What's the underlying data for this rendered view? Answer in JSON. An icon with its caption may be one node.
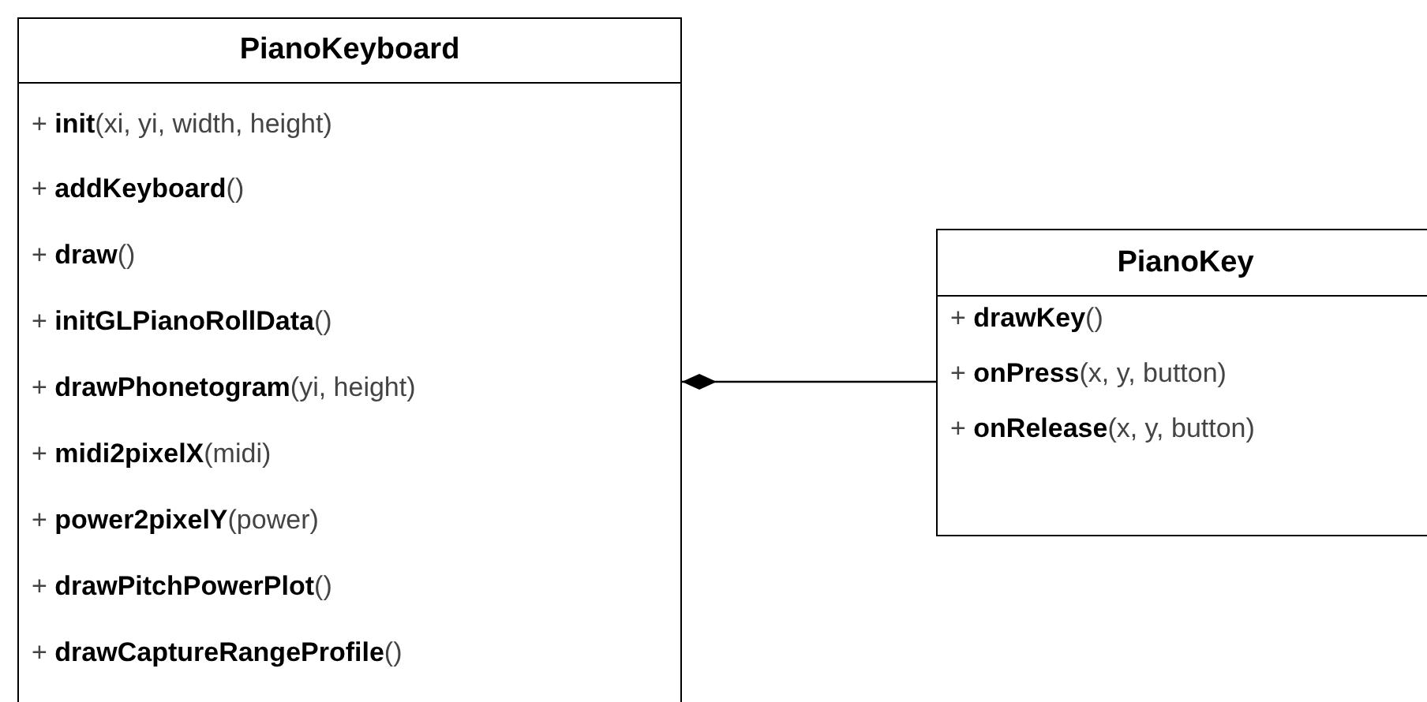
{
  "diagram": {
    "nodes": [
      {
        "text": [
          "PianoKeyboard",
          "+ **init**(xi, yi, width, height)",
          "+ **addKeyboard**()",
          "+ **draw**()",
          "+ **initGLPianoRollData**()",
          "+ **drawPhonetogram**(yi, height)",
          "+ **midi2pixelX**(midi)",
          "+ **power2pixelY**(power)",
          "+ **drawPitchPowerPlot**()",
          "+ **drawCaptureRangeProfile**()"
        ]
      },
      {
        "text": [
          "PianoKey",
          "+ **drawKey**()",
          "+ **onPress**(x, y, button)",
          "+ **onRelease**(x, y, button)"
        ]
      }
    ],
    "edges": [
      {
        "from": 0,
        "to": 1,
        "arrow": "other"
      }
    ]
  }
}
